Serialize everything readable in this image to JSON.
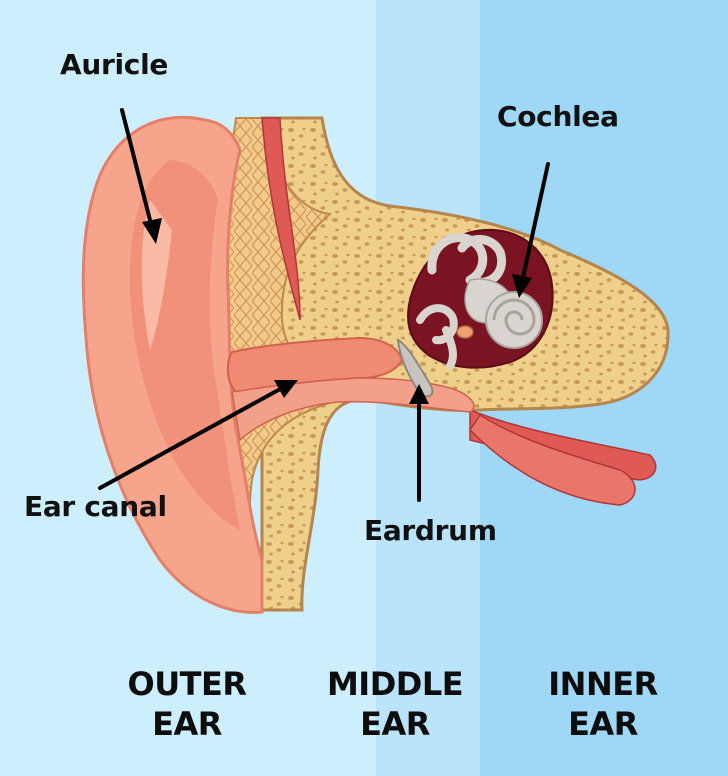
{
  "labels": {
    "auricle": "Auricle",
    "cochlea": "Cochlea",
    "ear_canal": "Ear canal",
    "eardrum": "Eardrum"
  },
  "regions": {
    "outer": {
      "line1": "OUTER",
      "line2": "EAR"
    },
    "middle": {
      "line1": "MIDDLE",
      "line2": "EAR"
    },
    "inner": {
      "line1": "INNER",
      "line2": "EAR"
    }
  },
  "colors": {
    "outer_bg": "#cdeefd",
    "middle_bg": "#b9e4fb",
    "inner_bg": "#9fd7f7",
    "skin": "#f6a58c",
    "skin_dark": "#e57f6a",
    "bone": "#eed08a",
    "bone_edge": "#c9985a",
    "cavity": "#7a1322",
    "ossicle": "#d9d4cf",
    "muscle": "#e05a55",
    "label_text": "#111111"
  }
}
